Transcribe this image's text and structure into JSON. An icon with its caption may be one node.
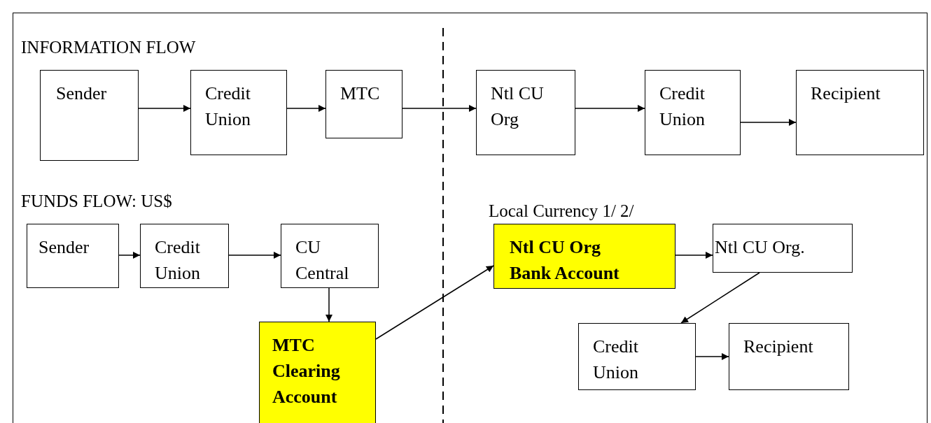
{
  "diagram": {
    "nodes": [
      {
        "text": [
          "Sender"
        ]
      },
      {
        "text": [
          "Credit Union"
        ]
      },
      {
        "text": [
          "MTC"
        ]
      },
      {
        "text": [
          "Ntl CU Org"
        ]
      },
      {
        "text": [
          "Credit Union"
        ]
      },
      {
        "text": [
          "Recipient"
        ]
      },
      {
        "text": [
          "Sender"
        ]
      },
      {
        "text": [
          "Credit Union"
        ]
      },
      {
        "text": [
          "CU Central"
        ]
      },
      {
        "text": [
          "MTC Clearing Account"
        ]
      },
      {
        "text": [
          "Ntl CU Org Bank Account"
        ]
      },
      {
        "text": [
          "Ntl CU Org."
        ]
      },
      {
        "text": [
          "Credit Union"
        ]
      },
      {
        "text": [
          "Recipient"
        ]
      }
    ],
    "edges": [
      {
        "from": 0,
        "to": 1,
        "arrow": "to"
      },
      {
        "from": 1,
        "to": 2,
        "arrow": "to"
      },
      {
        "from": 2,
        "to": 3,
        "arrow": "to"
      },
      {
        "from": 3,
        "to": 4,
        "arrow": "to"
      },
      {
        "from": 4,
        "to": 5,
        "arrow": "to"
      },
      {
        "from": 6,
        "to": 7,
        "arrow": "to"
      },
      {
        "from": 7,
        "to": 8,
        "arrow": "to"
      },
      {
        "from": 8,
        "to": 9,
        "arrow": "to"
      },
      {
        "from": 9,
        "to": 10,
        "arrow": "to"
      },
      {
        "from": 10,
        "to": 11,
        "arrow": "to"
      },
      {
        "from": 11,
        "to": 12,
        "arrow": "to"
      },
      {
        "from": 12,
        "to": 13,
        "arrow": "to"
      }
    ],
    "labels": [
      "INFORMATION FLOW",
      "FUNDS FLOW:  US$",
      "Local Currency 1/ 2/"
    ]
  }
}
